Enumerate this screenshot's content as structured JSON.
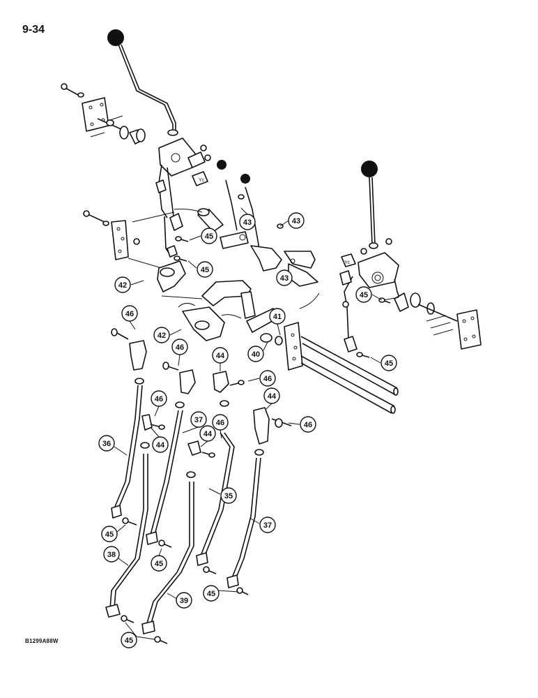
{
  "page": {
    "number": "9-34",
    "figure_code": "B1299A88W"
  },
  "callouts": [
    {
      "id": "c1",
      "label": "43"
    },
    {
      "id": "c2",
      "label": "43"
    },
    {
      "id": "c3",
      "label": "43"
    },
    {
      "id": "c4",
      "label": "45"
    },
    {
      "id": "c5",
      "label": "45"
    },
    {
      "id": "c6",
      "label": "42"
    },
    {
      "id": "c7",
      "label": "45"
    },
    {
      "id": "c8",
      "label": "45"
    },
    {
      "id": "c9",
      "label": "46"
    },
    {
      "id": "c10",
      "label": "42"
    },
    {
      "id": "c11",
      "label": "41"
    },
    {
      "id": "c12",
      "label": "40"
    },
    {
      "id": "c13",
      "label": "46"
    },
    {
      "id": "c14",
      "label": "44"
    },
    {
      "id": "c15",
      "label": "46"
    },
    {
      "id": "c16",
      "label": "46"
    },
    {
      "id": "c17",
      "label": "44"
    },
    {
      "id": "c18",
      "label": "46"
    },
    {
      "id": "c19",
      "label": "37"
    },
    {
      "id": "c20",
      "label": "46"
    },
    {
      "id": "c21",
      "label": "44"
    },
    {
      "id": "c22",
      "label": "44"
    },
    {
      "id": "c23",
      "label": "36"
    },
    {
      "id": "c24",
      "label": "35"
    },
    {
      "id": "c25",
      "label": "37"
    },
    {
      "id": "c26",
      "label": "45"
    },
    {
      "id": "c27",
      "label": "38"
    },
    {
      "id": "c28",
      "label": "45"
    },
    {
      "id": "c29",
      "label": "45"
    },
    {
      "id": "c30",
      "label": "39"
    },
    {
      "id": "c31",
      "label": "45"
    }
  ]
}
